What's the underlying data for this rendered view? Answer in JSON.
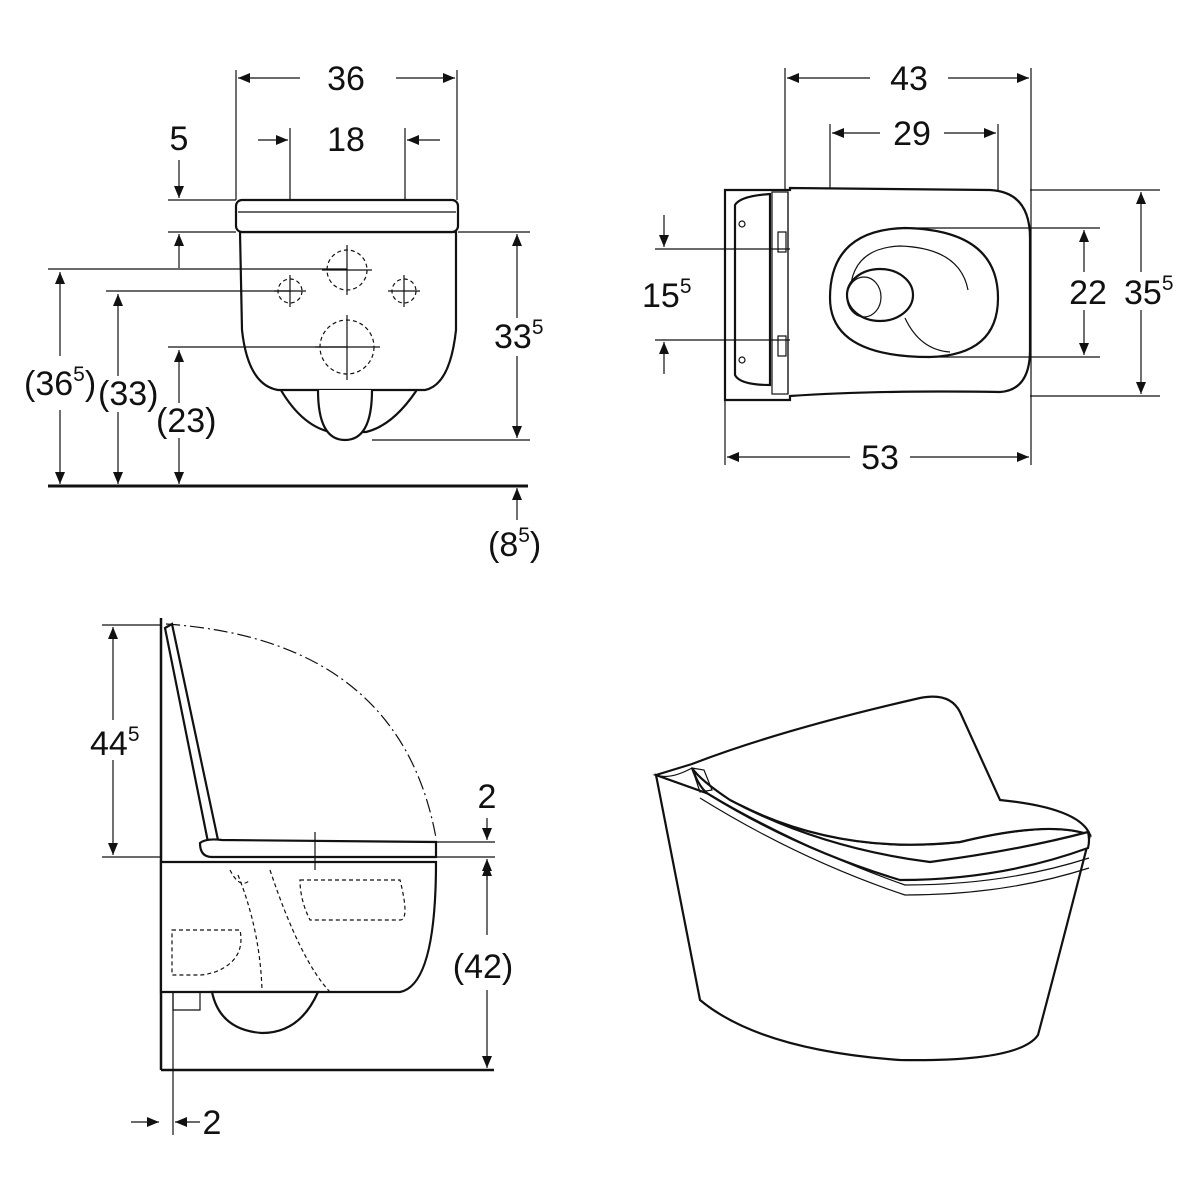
{
  "front_view": {
    "overall_width": "36",
    "lid_gap": "5",
    "bolt_spacing": "18",
    "bowl_height": "33",
    "bowl_height_sup": "5",
    "height_wall_a": "(36",
    "height_wall_a_sup": "5",
    "height_wall_a_close": ")",
    "height_wall_b": "(33)",
    "height_wall_c": "(23)",
    "floor_offset": "(8",
    "floor_offset_sup": "5",
    "floor_offset_close": ")"
  },
  "top_view": {
    "seat_width": "43",
    "opening_width": "29",
    "hinge_spacing": "15",
    "hinge_spacing_sup": "5",
    "opening_depth": "22",
    "overall_depth": "35",
    "overall_depth_sup": "5",
    "overall_length": "53"
  },
  "side_view": {
    "lid_height": "44",
    "lid_height_sup": "5",
    "seat_thickness": "2",
    "rim_height": "(42)",
    "wall_gap": "2"
  },
  "perspective_view": {
    "icon": "wall-hung-toilet-icon"
  }
}
